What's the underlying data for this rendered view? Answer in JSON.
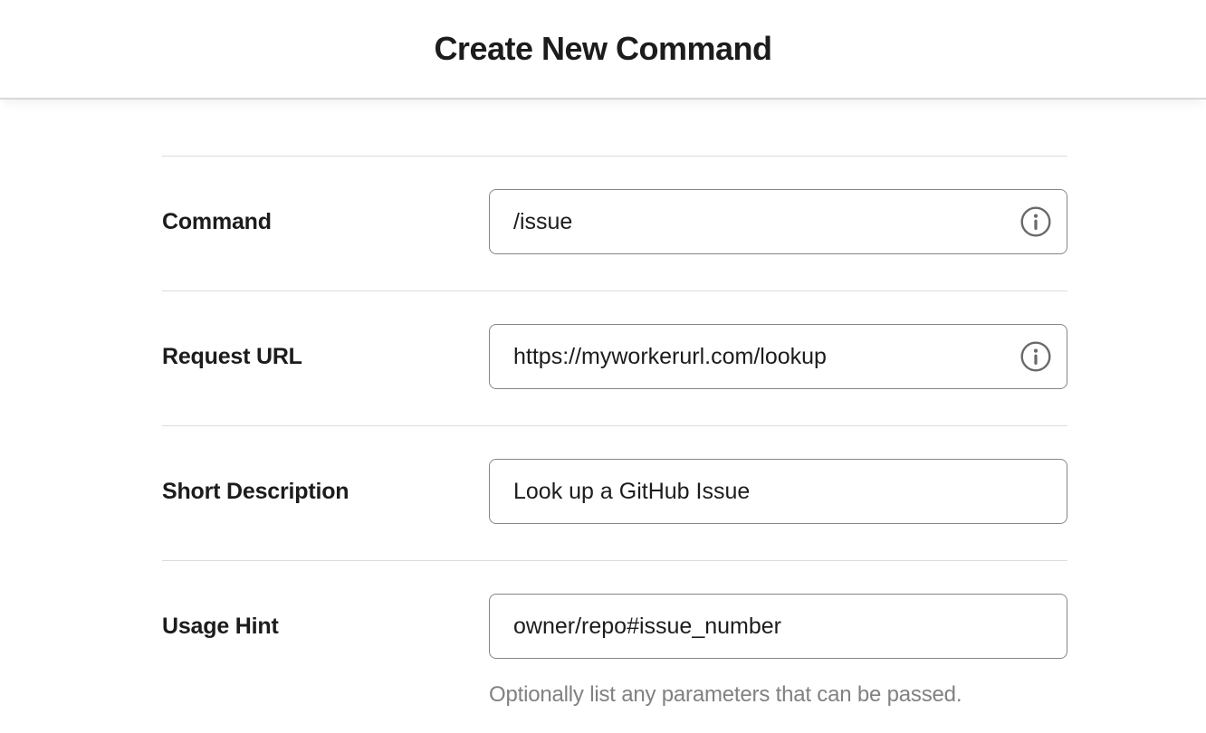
{
  "header": {
    "title": "Create New Command"
  },
  "form": {
    "fields": [
      {
        "label": "Command",
        "value": "/issue",
        "has_info_icon": true
      },
      {
        "label": "Request URL",
        "value": "https://myworkerurl.com/lookup",
        "has_info_icon": true
      },
      {
        "label": "Short Description",
        "value": "Look up a GitHub Issue",
        "has_info_icon": false
      },
      {
        "label": "Usage Hint",
        "value": "owner/repo#issue_number",
        "has_info_icon": false,
        "helper": "Optionally list any parameters that can be passed."
      }
    ]
  },
  "icons": {
    "info": "info-icon"
  },
  "colors": {
    "text": "#1d1c1d",
    "input_border": "#868686",
    "divider": "#dcdcdc",
    "header_border": "#d8d8d8",
    "helper_text": "#818181",
    "info_icon": "#696969"
  }
}
